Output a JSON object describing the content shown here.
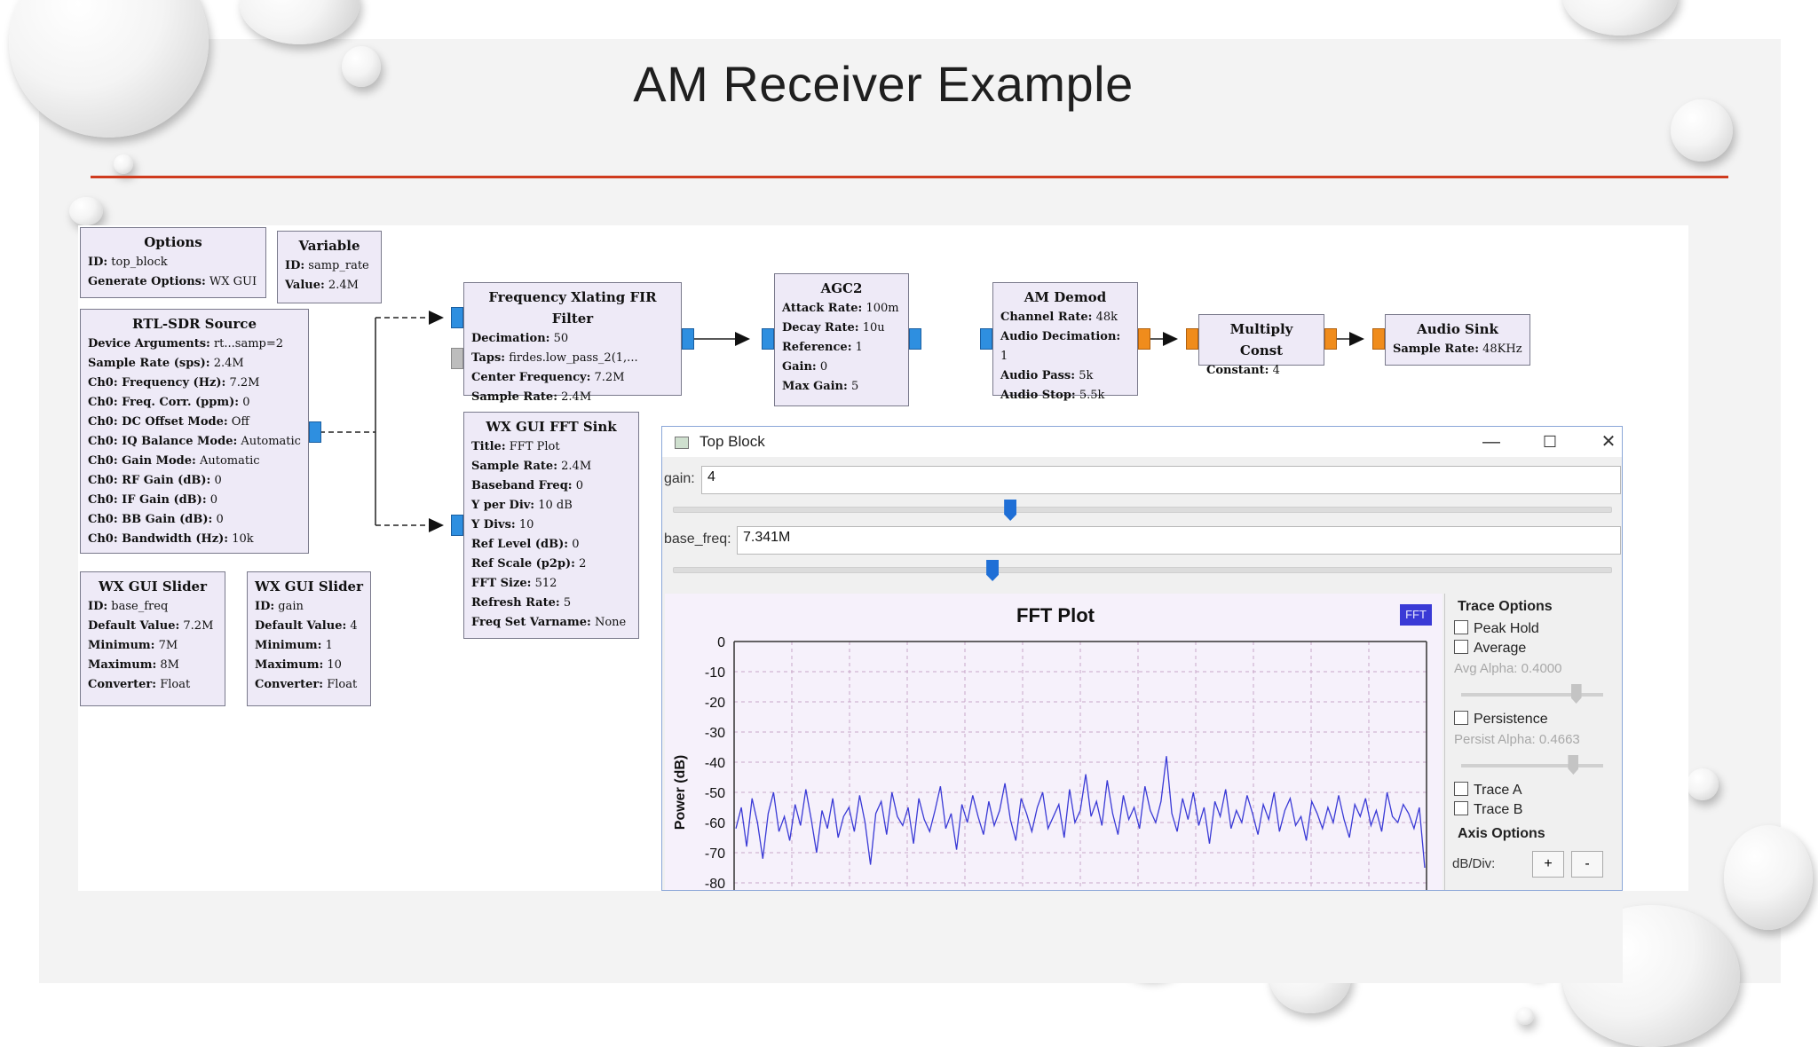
{
  "slide": {
    "title": "AM Receiver Example",
    "accent_color": "#cf3b1e"
  },
  "blocks": {
    "options": {
      "title": "Options",
      "rows": [
        [
          "ID:",
          "top_block"
        ],
        [
          "Generate Options:",
          "WX GUI"
        ]
      ]
    },
    "variable": {
      "title": "Variable",
      "rows": [
        [
          "ID:",
          "samp_rate"
        ],
        [
          "Value:",
          "2.4M"
        ]
      ]
    },
    "rtlsdr": {
      "title": "RTL-SDR Source",
      "rows": [
        [
          "Device Arguments:",
          "rt...samp=2"
        ],
        [
          "Sample Rate (sps):",
          "2.4M"
        ],
        [
          "Ch0: Frequency (Hz):",
          "7.2M"
        ],
        [
          "Ch0: Freq. Corr. (ppm):",
          "0"
        ],
        [
          "Ch0: DC Offset Mode:",
          "Off"
        ],
        [
          "Ch0: IQ Balance Mode:",
          "Automatic"
        ],
        [
          "Ch0: Gain Mode:",
          "Automatic"
        ],
        [
          "Ch0: RF Gain (dB):",
          "0"
        ],
        [
          "Ch0: IF Gain (dB):",
          "0"
        ],
        [
          "Ch0: BB Gain (dB):",
          "0"
        ],
        [
          "Ch0: Bandwidth (Hz):",
          "10k"
        ]
      ]
    },
    "xlating": {
      "title": "Frequency Xlating FIR Filter",
      "rows": [
        [
          "Decimation:",
          "50"
        ],
        [
          "Taps:",
          "firdes.low_pass_2(1,..."
        ],
        [
          "Center Frequency:",
          "7.2M"
        ],
        [
          "Sample Rate:",
          "2.4M"
        ]
      ]
    },
    "agc2": {
      "title": "AGC2",
      "rows": [
        [
          "Attack Rate:",
          "100m"
        ],
        [
          "Decay Rate:",
          "10u"
        ],
        [
          "Reference:",
          "1"
        ],
        [
          "Gain:",
          "0"
        ],
        [
          "Max Gain:",
          "5"
        ]
      ]
    },
    "amdemod": {
      "title": "AM Demod",
      "rows": [
        [
          "Channel Rate:",
          "48k"
        ],
        [
          "Audio Decimation:",
          "1"
        ],
        [
          "Audio Pass:",
          "5k"
        ],
        [
          "Audio Stop:",
          "5.5k"
        ]
      ]
    },
    "multconst": {
      "title": "Multiply Const",
      "rows": [
        [
          "Constant:",
          "4"
        ]
      ]
    },
    "audiosink": {
      "title": "Audio Sink",
      "rows": [
        [
          "Sample Rate:",
          "48KHz"
        ]
      ]
    },
    "fftsink": {
      "title": "WX GUI FFT Sink",
      "rows": [
        [
          "Title:",
          "FFT Plot"
        ],
        [
          "Sample Rate:",
          "2.4M"
        ],
        [
          "Baseband Freq:",
          "0"
        ],
        [
          "Y per Div:",
          "10 dB"
        ],
        [
          "Y Divs:",
          "10"
        ],
        [
          "Ref Level (dB):",
          "0"
        ],
        [
          "Ref Scale (p2p):",
          "2"
        ],
        [
          "FFT Size:",
          "512"
        ],
        [
          "Refresh Rate:",
          "5"
        ],
        [
          "Freq Set Varname:",
          "None"
        ]
      ]
    },
    "slider1": {
      "title": "WX GUI Slider",
      "rows": [
        [
          "ID:",
          "base_freq"
        ],
        [
          "Default Value:",
          "7.2M"
        ],
        [
          "Minimum:",
          "7M"
        ],
        [
          "Maximum:",
          "8M"
        ],
        [
          "Converter:",
          "Float"
        ]
      ]
    },
    "slider2": {
      "title": "WX GUI Slider",
      "rows": [
        [
          "ID:",
          "gain"
        ],
        [
          "Default Value:",
          "4"
        ],
        [
          "Minimum:",
          "1"
        ],
        [
          "Maximum:",
          "10"
        ],
        [
          "Converter:",
          "Float"
        ]
      ]
    }
  },
  "window": {
    "title": "Top Block",
    "minimize": "—",
    "maximize": "☐",
    "close": "✕",
    "gain_label": "gain:",
    "gain_value": "4",
    "gain_slider_level": 0.36,
    "base_freq_label": "base_freq:",
    "base_freq_value": "7.341M",
    "base_freq_slider_level": 0.341,
    "plot_badge": "FFT",
    "side": {
      "trace_options": "Trace Options",
      "peak_hold": "Peak Hold",
      "average": "Average",
      "avg_alpha": "Avg Alpha: 0.4000",
      "avg_alpha_level": 0.4,
      "persistence": "Persistence",
      "persist_alpha": "Persist Alpha: 0.4663",
      "persist_alpha_level": 0.4663,
      "trace_a": "Trace A",
      "trace_b": "Trace B",
      "axis_options": "Axis Options",
      "db_div": "dB/Div:",
      "plus": "+",
      "minus": "-"
    }
  },
  "chart_data": {
    "type": "line",
    "title": "FFT Plot",
    "ylabel": "Power (dB)",
    "yticks": [
      0,
      -10,
      -20,
      -30,
      -40,
      -50,
      -60,
      -70,
      -80
    ],
    "ylim": [
      -80,
      0
    ],
    "grid": true,
    "series_color": "#3a3ad6",
    "series": [
      {
        "values": [
          -62,
          -55,
          -68,
          -52,
          -60,
          -72,
          -57,
          -50,
          -63,
          -58,
          -66,
          -54,
          -61,
          -49,
          -59,
          -70,
          -56,
          -62,
          -52,
          -65,
          -58,
          -55,
          -63,
          -51,
          -60,
          -74,
          -57,
          -53,
          -64,
          -50,
          -58,
          -61,
          -55,
          -67,
          -52,
          -59,
          -63,
          -56,
          -48,
          -62,
          -57,
          -69,
          -54,
          -60,
          -51,
          -58,
          -64,
          -53,
          -61,
          -56,
          -47,
          -59,
          -66,
          -52,
          -57,
          -63,
          -55,
          -50,
          -62,
          -58,
          -54,
          -65,
          -49,
          -60,
          -56,
          -44,
          -58,
          -53,
          -61,
          -46,
          -57,
          -64,
          -51,
          -59,
          -55,
          -62,
          -48,
          -56,
          -60,
          -53,
          -38,
          -57,
          -63,
          -52,
          -59,
          -50,
          -61,
          -55,
          -67,
          -53,
          -58,
          -49,
          -62,
          -56,
          -60,
          -51,
          -57,
          -64,
          -54,
          -59,
          -50,
          -63,
          -56,
          -52,
          -61,
          -58,
          -66,
          -53,
          -57,
          -62,
          -55,
          -60,
          -51,
          -59,
          -65,
          -54,
          -58,
          -52,
          -61,
          -56,
          -63,
          -50,
          -58,
          -60,
          -54,
          -57,
          -62,
          -55,
          -75
        ]
      }
    ]
  }
}
